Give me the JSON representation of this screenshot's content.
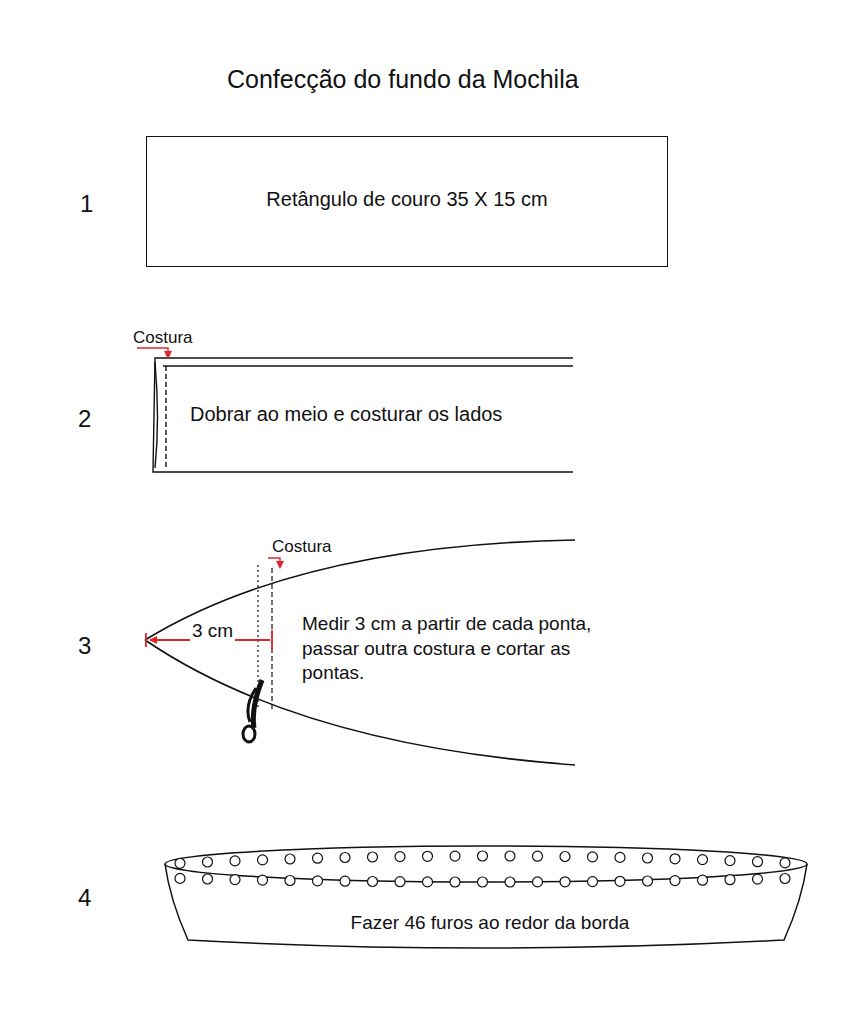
{
  "diagram": {
    "title": "Confecção do fundo da Mochila",
    "nodes": [
      {
        "text": [
          "Retângulo de couro 35 X 15 cm"
        ]
      },
      {
        "text": [
          "Dobrar ao meio e costurar os lados"
        ]
      },
      {
        "text": [
          "Medir 3 cm a partir de cada ponta, passar outra costura e cortar as pontas."
        ]
      },
      {
        "text": [
          "Fazer 46 furos ao redor da borda"
        ]
      }
    ],
    "labels": [
      "1",
      "2",
      "3",
      "4",
      "Costura",
      "Costura",
      "3 cm"
    ]
  }
}
